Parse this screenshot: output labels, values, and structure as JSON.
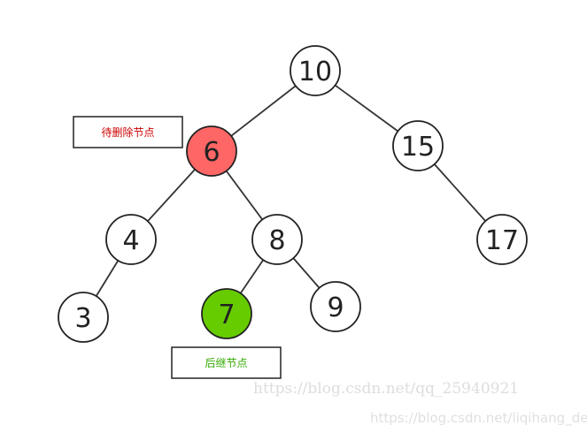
{
  "tree": {
    "nodes": [
      {
        "id": "n10",
        "value": "10",
        "fill": "#ffffff"
      },
      {
        "id": "n6",
        "value": "6",
        "fill": "#ff6666"
      },
      {
        "id": "n15",
        "value": "15",
        "fill": "#ffffff"
      },
      {
        "id": "n4",
        "value": "4",
        "fill": "#ffffff"
      },
      {
        "id": "n8",
        "value": "8",
        "fill": "#ffffff"
      },
      {
        "id": "n17",
        "value": "17",
        "fill": "#ffffff"
      },
      {
        "id": "n3",
        "value": "3",
        "fill": "#ffffff"
      },
      {
        "id": "n7",
        "value": "7",
        "fill": "#66cc00"
      },
      {
        "id": "n9",
        "value": "9",
        "fill": "#ffffff"
      }
    ],
    "edges": [
      [
        "n10",
        "n6"
      ],
      [
        "n10",
        "n15"
      ],
      [
        "n6",
        "n4"
      ],
      [
        "n6",
        "n8"
      ],
      [
        "n15",
        "n17"
      ],
      [
        "n4",
        "n3"
      ],
      [
        "n8",
        "n7"
      ],
      [
        "n8",
        "n9"
      ]
    ]
  },
  "labels": {
    "delete_node": {
      "text": "待删除节点",
      "color": "#cc0000"
    },
    "successor_node": {
      "text": "后继节点",
      "color": "#33aa00"
    }
  },
  "watermarks": {
    "line1": "https://blog.csdn.net/qq_25940921",
    "line2": "https://blog.csdn.net/liqihang_dev"
  }
}
